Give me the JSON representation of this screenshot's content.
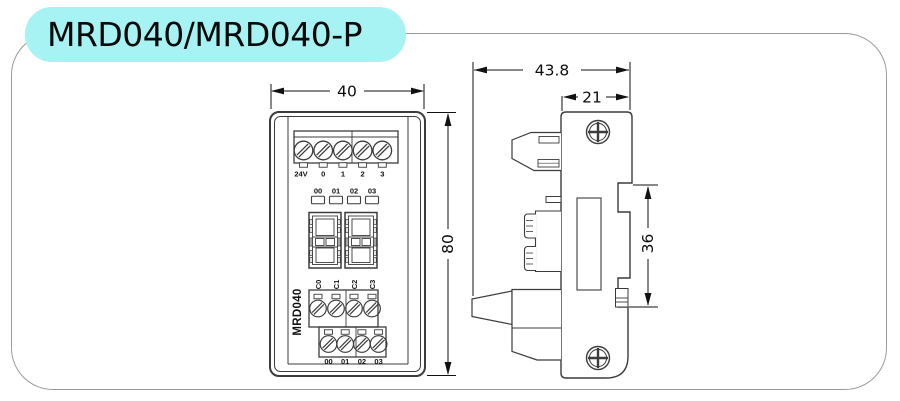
{
  "page": {
    "badge_title": "MRD040/MRD040-P"
  },
  "colors": {
    "badge_bg": "#a7f2f2",
    "panel_border": "#9b9b9b",
    "drawing_line": "#3c3c3c",
    "dimension_line": "#111111"
  },
  "front_view": {
    "dim_width": "40",
    "dim_height": "80",
    "top_terminals": [
      "24V",
      "0",
      "1",
      "2",
      "3"
    ],
    "output_leds": [
      "00",
      "01",
      "02",
      "03"
    ],
    "contact_labels": [
      "C0",
      "C1",
      "C2",
      "C3"
    ],
    "model_name": "MRD040",
    "bottom_terminals": [
      "00",
      "01",
      "02",
      "03"
    ]
  },
  "side_view": {
    "dim_total_depth": "43.8",
    "dim_body_depth": "21",
    "dim_din_rail": "36"
  }
}
